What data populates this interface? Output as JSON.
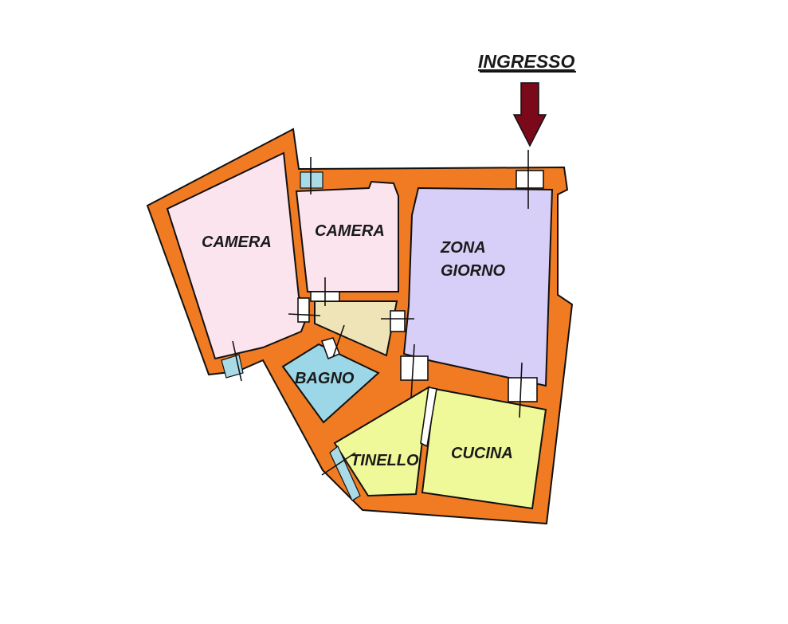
{
  "entrance": {
    "label": "INGRESSO",
    "arrow_color": "#7a0a1a"
  },
  "rooms": [
    {
      "id": "camera-1",
      "label": "CAMERA",
      "color": "#fbe4ee"
    },
    {
      "id": "camera-2",
      "label": "CAMERA",
      "color": "#fbe4ee"
    },
    {
      "id": "zona-giorno",
      "label_lines": [
        "ZONA",
        "GIORNO"
      ],
      "color": "#d7cff7"
    },
    {
      "id": "disimpegno",
      "label": "",
      "color": "#efe3b8"
    },
    {
      "id": "bagno",
      "label": "BAGNO",
      "color": "#9bd7e6"
    },
    {
      "id": "tinello",
      "label": "TINELLO",
      "color": "#f0f99a"
    },
    {
      "id": "cucina",
      "label": "CUCINA",
      "color": "#f0f99a"
    }
  ],
  "colors": {
    "wall": "#f07b22",
    "window": "#a9dbe6",
    "door": "#ffffff"
  }
}
